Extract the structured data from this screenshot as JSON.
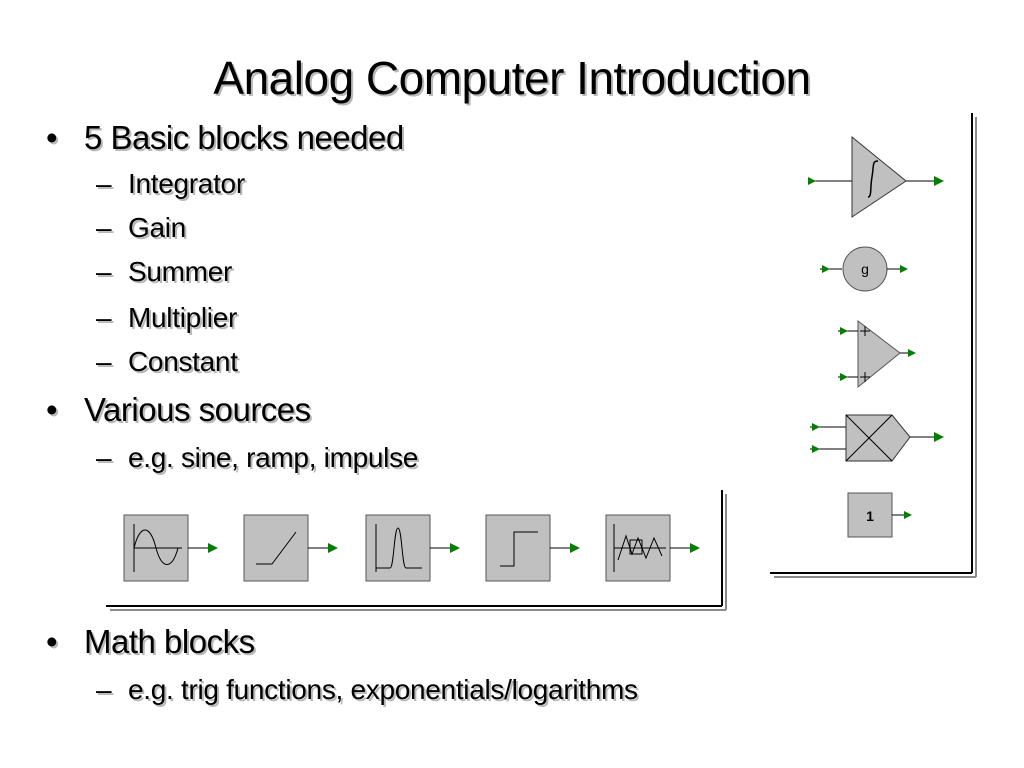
{
  "title": "Analog Computer Introduction",
  "bullets": [
    {
      "text": "5 Basic blocks needed",
      "subitems": [
        "Integrator",
        "Gain",
        "Summer",
        "Multiplier",
        "Constant"
      ]
    },
    {
      "text": "Various sources",
      "subitems": [
        "e.g. sine, ramp, impulse"
      ]
    },
    {
      "text": "Math blocks",
      "subitems": [
        "e.g. trig functions, exponentials/logarithms"
      ]
    }
  ],
  "blocks": {
    "gain_label": "g",
    "constant_label": "1"
  },
  "colors": {
    "block_fill": "#c0c0c0",
    "port_green": "#008000"
  },
  "icons": {
    "bullet": "•",
    "dash": "–"
  }
}
